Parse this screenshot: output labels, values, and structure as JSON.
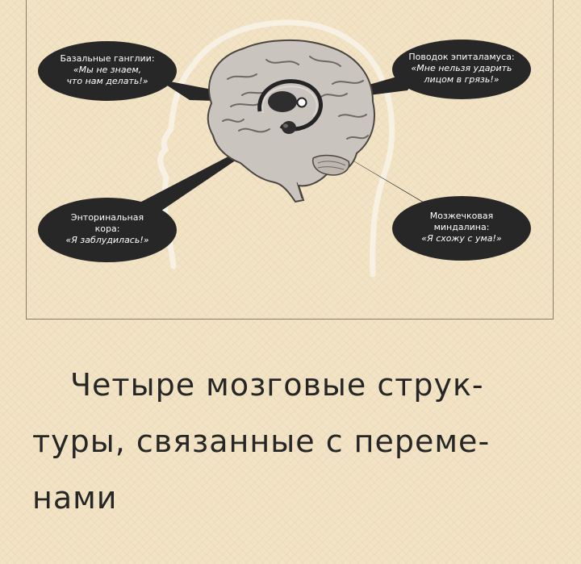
{
  "diagram": {
    "callouts": {
      "basal_ganglia": {
        "heading": "Базальные ганглии:",
        "quote_line1": "«Мы не знаем,",
        "quote_line2": "что нам делать!»"
      },
      "habenula": {
        "heading": "Поводок эпиталамуса:",
        "quote_line1": "«Мне нельзя ударить",
        "quote_line2": "лицом в грязь!»"
      },
      "entorhinal_cortex": {
        "heading_line1": "Энторинальная",
        "heading_line2": "кора:",
        "quote": "«Я заблудилась!»"
      },
      "amygdala": {
        "heading_line1": "Мозжечковая",
        "heading_line2": "миндалина:",
        "quote": "«Я схожу с ума!»"
      }
    },
    "colors": {
      "bubble_fill": "#272727",
      "brain_fill": "#c9c4bd",
      "brain_outline": "#4a4642",
      "head_outline": "#f7f1e4",
      "background": "#f1e3c4"
    }
  },
  "caption": {
    "line1": "Четыре мозговые струк-",
    "line2": "туры, связанные с переме-",
    "line3": "нами"
  }
}
